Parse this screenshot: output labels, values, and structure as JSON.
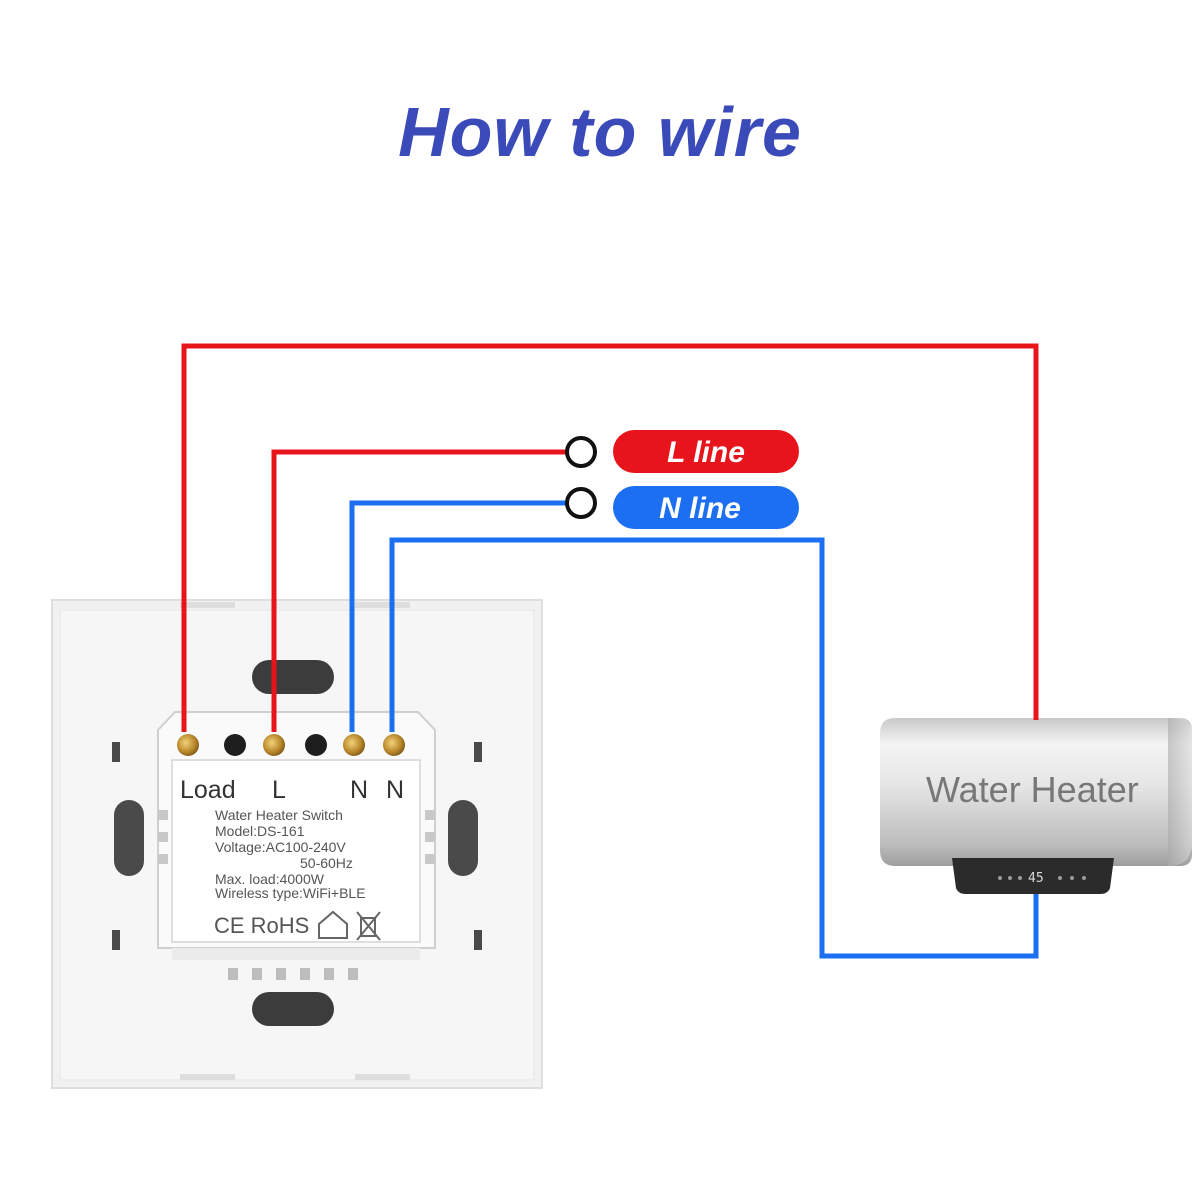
{
  "title": "How to wire",
  "colors": {
    "title": "#3a4ab8",
    "live": "#e8141c",
    "neutral": "#1b6ff0"
  },
  "lines": {
    "l_label": "L line",
    "n_label": "N line"
  },
  "switch": {
    "terminals": {
      "load": "Load",
      "l": "L",
      "n1": "N",
      "n2": "N"
    },
    "spec": {
      "name": "Water Heater Switch",
      "model": "Model:DS-161",
      "voltage": "Voltage:AC100-240V",
      "frequency": "50-60Hz",
      "max_load": "Max. load:4000W",
      "wireless": "Wireless type:WiFi+BLE"
    },
    "certifications": "CE RoHS"
  },
  "appliance": {
    "label": "Water Heater",
    "display": "45"
  }
}
